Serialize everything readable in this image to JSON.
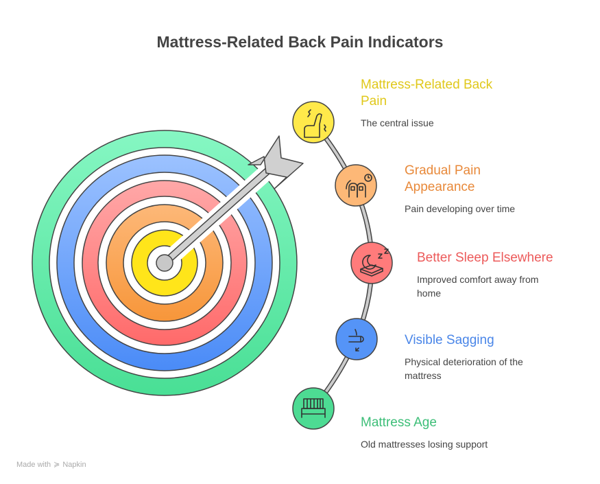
{
  "title": "Mattress-Related Back Pain Indicators",
  "items": [
    {
      "title": "Mattress-Related Back Pain",
      "desc": "The central issue",
      "color": "#E0C81A",
      "fill": "#FFE94A",
      "icon": "back-pain-chair-icon"
    },
    {
      "title": "Gradual Pain Appearance",
      "desc": "Pain developing over time",
      "color": "#E8893A",
      "fill": "#FDB877",
      "icon": "pain-clock-icon"
    },
    {
      "title": "Better Sleep Elsewhere",
      "desc": "Improved comfort away from home",
      "color": "#EC5A5A",
      "fill": "#FF7B7B",
      "icon": "sleep-moon-icon"
    },
    {
      "title": "Visible Sagging",
      "desc": "Physical deterioration of the mattress",
      "color": "#4A86E8",
      "fill": "#5594F7",
      "icon": "sagging-icon"
    },
    {
      "title": "Mattress Age",
      "desc": "Old mattresses losing support",
      "color": "#3DBE78",
      "fill": "#4DDB93",
      "icon": "old-bed-icon"
    }
  ],
  "footer": {
    "made_with": "Made with",
    "brand": "Napkin"
  }
}
